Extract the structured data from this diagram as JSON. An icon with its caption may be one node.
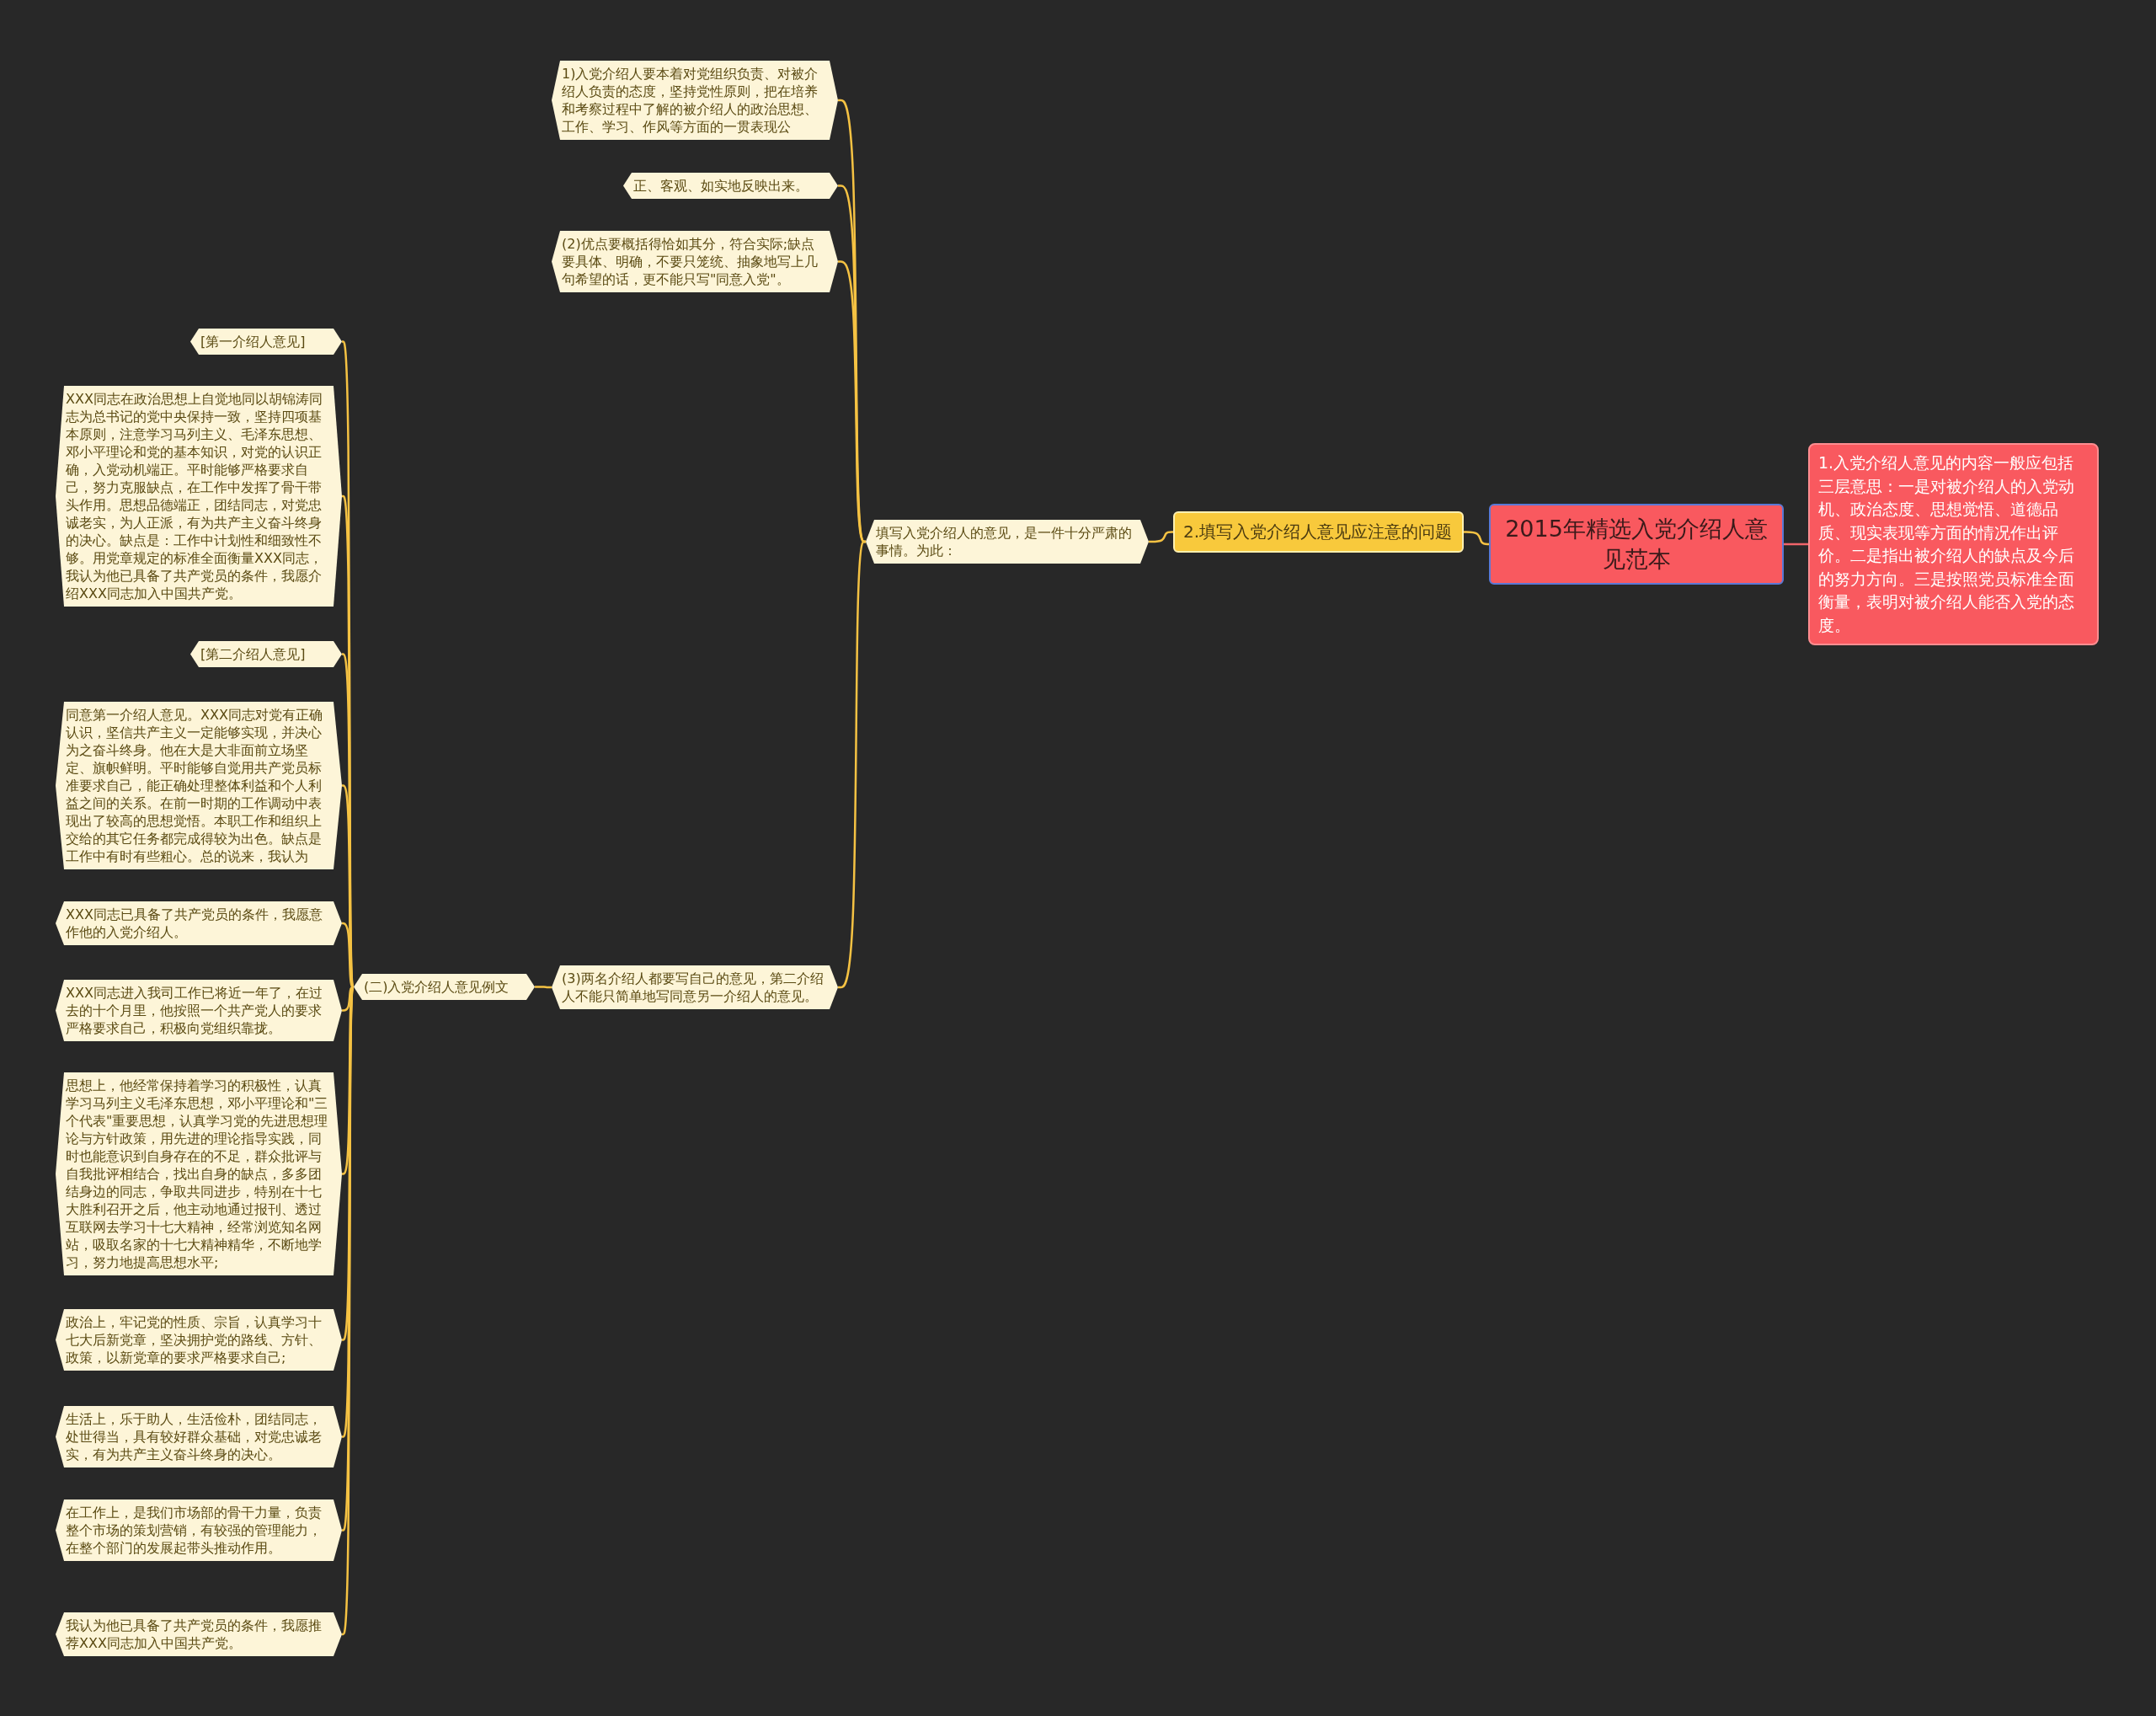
{
  "diagram": {
    "nodes": [
      {
        "text": [
          "2015年精选入党介绍人意见范本"
        ]
      },
      {
        "text": [
          "1.入党介绍人意见的内容一般应包括三层意思：一是对被介绍人的入党动机、政治态度、思想觉悟、道德品质、现实表现等方面的情况作出评价。二是指出被介绍人的缺点及今后的努力方向。三是按照党员标准全面衡量，表明对被介绍人能否入党的态度。"
        ]
      },
      {
        "text": [
          "2.填写入党介绍人意见应注意的问题"
        ]
      },
      {
        "text": [
          "填写入党介绍人的意见，是一件十分严肃的事情。为此："
        ]
      },
      {
        "text": [
          "1)入党介绍人要本着对党组织负责、对被介绍人负责的态度，坚持党性原则，把在培养和考察过程中了解的被介绍人的政治思想、工作、学习、作风等方面的一贯表现公"
        ]
      },
      {
        "text": [
          "正、客观、如实地反映出来。"
        ]
      },
      {
        "text": [
          "(2)优点要概括得恰如其分，符合实际;缺点要具体、明确，不要只笼统、抽象地写上几句希望的话，更不能只写\"同意入党\"。"
        ]
      },
      {
        "text": [
          "(3)两名介绍人都要写自己的意见，第二介绍人不能只简单地写同意另一介绍人的意见。"
        ]
      },
      {
        "text": [
          "(二)入党介绍人意见例文"
        ]
      },
      {
        "text": [
          "[第一介绍人意见]"
        ]
      },
      {
        "text": [
          "XXX同志在政治思想上自觉地同以胡锦涛同志为总书记的党中央保持一致，坚持四项基本原则，注意学习马列主义、毛泽东思想、邓小平理论和党的基本知识，对党的认识正确，入党动机端正。平时能够严格要求自己，努力克服缺点，在工作中发挥了骨干带头作用。思想品德端正，团结同志，对党忠诚老实，为人正派，有为共产主义奋斗终身的决心。缺点是：工作中计划性和细致性不够。用党章规定的标准全面衡量XXX同志，我认为他已具备了共产党员的条件，我愿介绍XXX同志加入中国共产党。"
        ]
      },
      {
        "text": [
          "[第二介绍人意见]"
        ]
      },
      {
        "text": [
          "同意第一介绍人意见。XXX同志对党有正确认识，坚信共产主义一定能够实现，并决心为之奋斗终身。他在大是大非面前立场坚定、旗帜鲜明。平时能够自觉用共产党员标准要求自己，能正确处理整体利益和个人利益之间的关系。在前一时期的工作调动中表现出了较高的思想觉悟。本职工作和组织上交给的其它任务都完成得较为出色。缺点是工作中有时有些粗心。总的说来，我认为"
        ]
      },
      {
        "text": [
          "XXX同志已具备了共产党员的条件，我愿意作他的入党介绍人。"
        ]
      },
      {
        "text": [
          "XXX同志进入我司工作已将近一年了，在过去的十个月里，他按照一个共产党人的要求严格要求自己，积极向党组织靠拢。"
        ]
      },
      {
        "text": [
          "思想上，他经常保持着学习的积极性，认真学习马列主义毛泽东思想，邓小平理论和\"三个代表\"重要思想，认真学习党的先进思想理论与方针政策，用先进的理论指导实践，同时也能意识到自身存在的不足，群众批评与自我批评相结合，找出自身的缺点，多多团结身边的同志，争取共同进步，特别在十七大胜利召开之后，他主动地通过报刊、透过互联网去学习十七大精神，经常浏览知名网站，吸取名家的十七大精神精华，不断地学习，努力地提高思想水平;"
        ]
      },
      {
        "text": [
          "政治上，牢记党的性质、宗旨，认真学习十七大后新党章，坚决拥护党的路线、方针、政策，以新党章的要求严格要求自己;"
        ]
      },
      {
        "text": [
          "生活上，乐于助人，生活俭朴，团结同志，处世得当，具有较好群众基础，对党忠诚老实，有为共产主义奋斗终身的决心。"
        ]
      },
      {
        "text": [
          "在工作上，是我们市场部的骨干力量，负责整个市场的策划营销，有较强的管理能力，在整个部门的发展起带头推动作用。"
        ]
      },
      {
        "text": [
          "我认为他已具备了共产党员的条件，我愿推荐XXX同志加入中国共产党。"
        ]
      }
    ],
    "edges": [
      {
        "from": 0,
        "to": 1,
        "arrow": "none",
        "color": "#f0646a"
      },
      {
        "from": 0,
        "to": 2,
        "arrow": "none"
      },
      {
        "from": 2,
        "to": 3,
        "arrow": "none"
      },
      {
        "from": 3,
        "to": 4,
        "arrow": "none"
      },
      {
        "from": 3,
        "to": 5,
        "arrow": "none"
      },
      {
        "from": 3,
        "to": 6,
        "arrow": "none"
      },
      {
        "from": 3,
        "to": 7,
        "arrow": "none"
      },
      {
        "from": 7,
        "to": 8,
        "arrow": "none"
      },
      {
        "from": 8,
        "to": 9,
        "arrow": "none"
      },
      {
        "from": 8,
        "to": 10,
        "arrow": "none"
      },
      {
        "from": 8,
        "to": 11,
        "arrow": "none"
      },
      {
        "from": 8,
        "to": 12,
        "arrow": "none"
      },
      {
        "from": 8,
        "to": 13,
        "arrow": "none"
      },
      {
        "from": 8,
        "to": 14,
        "arrow": "none"
      },
      {
        "from": 8,
        "to": 15,
        "arrow": "none"
      },
      {
        "from": 8,
        "to": 16,
        "arrow": "none"
      },
      {
        "from": 8,
        "to": 17,
        "arrow": "none"
      },
      {
        "from": 8,
        "to": 18,
        "arrow": "none"
      },
      {
        "from": 8,
        "to": 19,
        "arrow": "none"
      }
    ]
  }
}
